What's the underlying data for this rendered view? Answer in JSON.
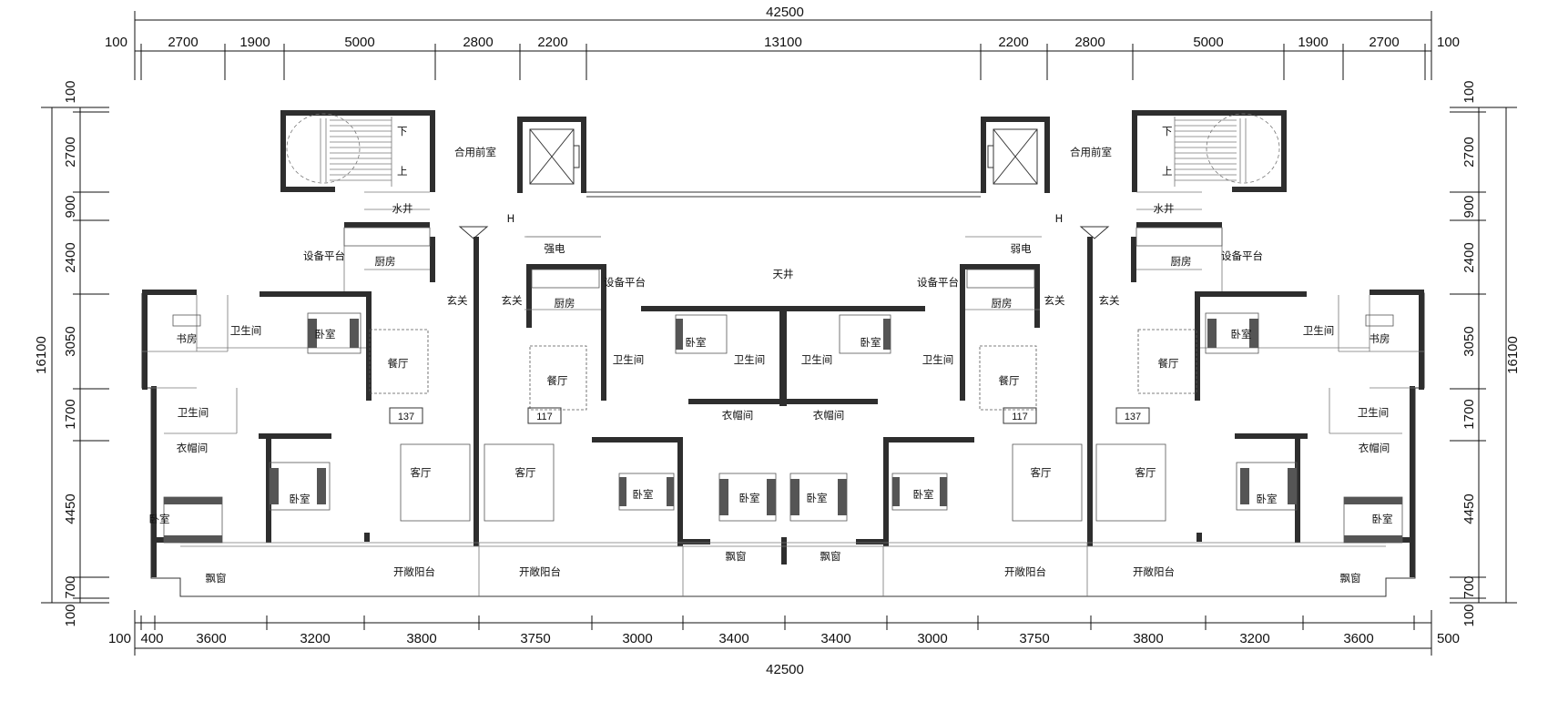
{
  "top_dims": {
    "total": "42500",
    "segments": [
      "100",
      "2700",
      "1900",
      "5000",
      "2800",
      "2200",
      "13100",
      "2200",
      "2800",
      "5000",
      "1900",
      "2700",
      "100"
    ]
  },
  "bottom_dims": {
    "total": "42500",
    "segments": [
      "100",
      "400",
      "3600",
      "3200",
      "3800",
      "3750",
      "3000",
      "3400",
      "3400",
      "3000",
      "3750",
      "3800",
      "3200",
      "3600",
      "500"
    ]
  },
  "left_dims": {
    "total": "16100",
    "segments": [
      "100",
      "2700",
      "900",
      "2400",
      "3050",
      "1700",
      "4450",
      "700",
      "100"
    ]
  },
  "right_dims": {
    "total": "16100",
    "segments": [
      "100",
      "2700",
      "900",
      "2400",
      "3050",
      "1700",
      "4450",
      "700",
      "100"
    ]
  },
  "rooms": {
    "shared_lobby": "合用前室",
    "water_shaft": "水井",
    "equipment_platform": "设备平台",
    "kitchen": "厨房",
    "study": "书房",
    "bathroom": "卫生间",
    "bedroom": "卧室",
    "dining": "餐厅",
    "entrance": "玄关",
    "cloakroom": "衣帽间",
    "living": "客厅",
    "open_balcony": "开敞阳台",
    "bay_window": "飘窗",
    "strong_power": "强电",
    "weak_power": "弱电",
    "courtyard": "天井",
    "stair_down": "下",
    "stair_up": "上",
    "elevator_lobby_mark": "H"
  },
  "unit_areas": [
    "137",
    "117",
    "117",
    "137"
  ]
}
